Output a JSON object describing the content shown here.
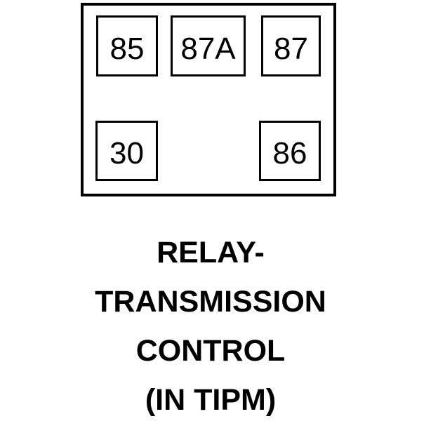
{
  "relay_diagram": {
    "pins": [
      {
        "label": "85",
        "row": "top",
        "position": "left"
      },
      {
        "label": "87A",
        "row": "top",
        "position": "center"
      },
      {
        "label": "87",
        "row": "top",
        "position": "right"
      },
      {
        "label": "30",
        "row": "bottom",
        "position": "left"
      },
      {
        "label": "86",
        "row": "bottom",
        "position": "right"
      }
    ],
    "caption": {
      "line1": "RELAY-",
      "line2": "TRANSMISSION",
      "line3": "CONTROL",
      "line4": "(IN TIPM)"
    },
    "colors": {
      "stroke": "#000000",
      "background": "#ffffff"
    }
  }
}
